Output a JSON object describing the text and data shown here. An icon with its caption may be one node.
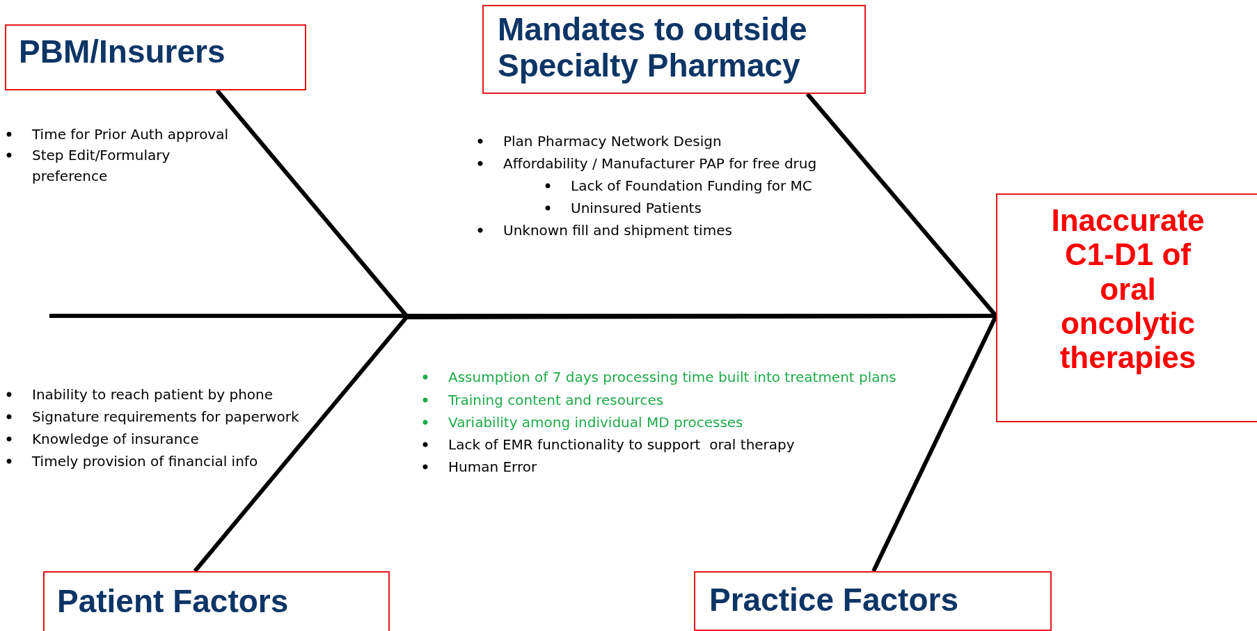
{
  "diagram": {
    "nodes": [
      {
        "text": [
          "PBM/Insurers"
        ]
      },
      {
        "text": [
          "Mandates to outside Specialty Pharmacy"
        ]
      },
      {
        "text": [
          "Patient Factors"
        ]
      },
      {
        "text": [
          "Practice Factors"
        ]
      },
      {
        "text": [
          "Inaccurate C1-D1 of oral oncolytic therapies"
        ]
      }
    ],
    "edges": [
      {
        "from": null,
        "to": 4,
        "arrow": "none"
      },
      {
        "from": 0,
        "to": 4,
        "arrow": "none"
      },
      {
        "from": 1,
        "to": 4,
        "arrow": "none"
      },
      {
        "from": 2,
        "to": 4,
        "arrow": "none"
      },
      {
        "from": 3,
        "to": 4,
        "arrow": "none"
      }
    ],
    "labels": [
      "Time for Prior Auth approval",
      "Step Edit/Formulary preference",
      "Plan Pharmacy Network Design",
      "Affordability / Manufacturer PAP for free drug",
      "Lack of Foundation Funding for MC",
      "Uninsured Patients",
      "Unknown fill and shipment times",
      "Inability to reach patient by phone",
      "Signature requirements for paperwork",
      "Knowledge of insurance",
      "Timely provision of financial info",
      "Assumption of 7 days processing time built into treatment plans",
      "Training content and resources",
      "Variability among individual MD processes",
      "Lack of EMR functionality to support  oral therapy",
      "Human Error"
    ]
  }
}
